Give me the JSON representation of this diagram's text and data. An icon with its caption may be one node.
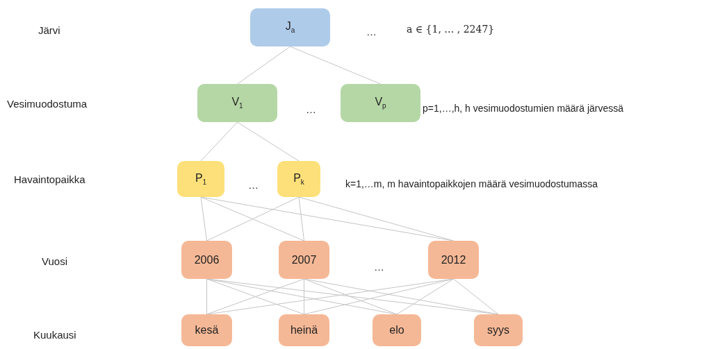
{
  "diagram": {
    "nodes": [
      {
        "text": [
          "J$_{a}$"
        ]
      },
      {
        "text": [
          "V$_{1}$"
        ]
      },
      {
        "text": [
          "V$_{p}$"
        ]
      },
      {
        "text": [
          "P$_{1}$"
        ]
      },
      {
        "text": [
          "P$_{k}$"
        ]
      },
      {
        "text": [
          "2006"
        ]
      },
      {
        "text": [
          "2007"
        ]
      },
      {
        "text": [
          "2012"
        ]
      },
      {
        "text": [
          "kesä"
        ]
      },
      {
        "text": [
          "heinä"
        ]
      },
      {
        "text": [
          "elo"
        ]
      },
      {
        "text": [
          "syys"
        ]
      }
    ],
    "edges": [
      {
        "from": 0,
        "to": 1,
        "arrow": "none"
      },
      {
        "from": 0,
        "to": 2,
        "arrow": "none"
      },
      {
        "from": 1,
        "to": 3,
        "arrow": "none"
      },
      {
        "from": 1,
        "to": 4,
        "arrow": "none"
      },
      {
        "from": 3,
        "to": 5,
        "arrow": "none"
      },
      {
        "from": 3,
        "to": 6,
        "arrow": "none"
      },
      {
        "from": 3,
        "to": 7,
        "arrow": "none"
      },
      {
        "from": 4,
        "to": 5,
        "arrow": "none"
      },
      {
        "from": 4,
        "to": 6,
        "arrow": "none"
      },
      {
        "from": 4,
        "to": 7,
        "arrow": "none"
      },
      {
        "from": 5,
        "to": 8,
        "arrow": "none"
      },
      {
        "from": 5,
        "to": 9,
        "arrow": "none"
      },
      {
        "from": 5,
        "to": 10,
        "arrow": "none"
      },
      {
        "from": 5,
        "to": 11,
        "arrow": "none"
      },
      {
        "from": 6,
        "to": 8,
        "arrow": "none"
      },
      {
        "from": 6,
        "to": 9,
        "arrow": "none"
      },
      {
        "from": 6,
        "to": 10,
        "arrow": "none"
      },
      {
        "from": 6,
        "to": 11,
        "arrow": "none"
      },
      {
        "from": 7,
        "to": 8,
        "arrow": "none"
      },
      {
        "from": 7,
        "to": 9,
        "arrow": "none"
      },
      {
        "from": 7,
        "to": 10,
        "arrow": "none"
      },
      {
        "from": 7,
        "to": 11,
        "arrow": "none"
      }
    ],
    "labels": [
      "Järvi",
      "…",
      "a ∈ {1, … , 2247}",
      "Vesimuodostuma",
      "…",
      "p=1,…,h, h vesimuodostumien määrä järvessä",
      "Havaintopaikka",
      "…",
      "k=1,…m, m havaintopaikkojen määrä vesimuodostumassa",
      "Vuosi",
      "…",
      "Kuukausi"
    ]
  }
}
